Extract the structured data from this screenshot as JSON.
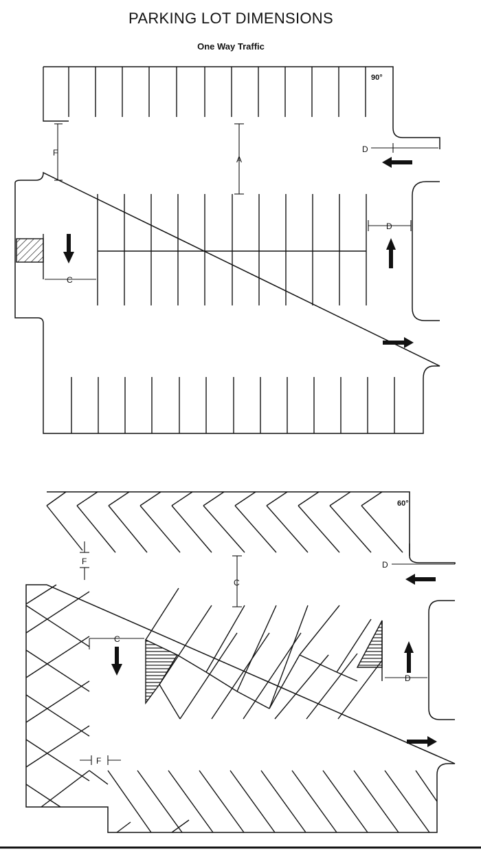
{
  "title": "PARKING LOT DIMENSIONS",
  "subtitle": "One Way Traffic",
  "diagrams": [
    {
      "angle": "90°",
      "dimension_labels": [
        "F",
        "A",
        "D",
        "D",
        "C"
      ]
    },
    {
      "angle": "60°",
      "dimension_labels": [
        "F",
        "C",
        "D",
        "C",
        "D",
        "F"
      ]
    }
  ]
}
